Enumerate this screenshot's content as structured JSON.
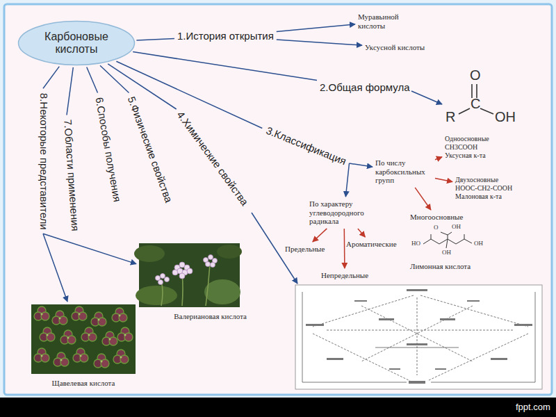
{
  "diagram": {
    "nodes": [
      {
        "text": [
          "Карбоновые кислоты"
        ]
      },
      {
        "text": [
          "1.История открытия"
        ]
      },
      {
        "text": [
          "Муравьиной кислоты"
        ]
      },
      {
        "text": [
          "Уксусной кислоты"
        ]
      },
      {
        "text": [
          "2.Общая формула"
        ]
      },
      {
        "text": [
          "3.Классификация"
        ]
      },
      {
        "text": [
          "По числу карбоксильных групп"
        ]
      },
      {
        "text": [
          "Одноосновные",
          "CH3COOH",
          "Уксусная к-та"
        ]
      },
      {
        "text": [
          "Двухосновные",
          "HOOC-CH2-COOH",
          "Малоновая к-та"
        ]
      },
      {
        "text": [
          "Многоосновные",
          "Лимонная кислота"
        ]
      },
      {
        "text": [
          "По характеру углеводородного радикала"
        ]
      },
      {
        "text": [
          "Предельные"
        ]
      },
      {
        "text": [
          "Ароматические"
        ]
      },
      {
        "text": [
          "Непредельные"
        ]
      },
      {
        "text": [
          "4.Химические свойства"
        ]
      },
      {
        "text": [
          "5.Физические свойства"
        ]
      },
      {
        "text": [
          "6.Способы получения"
        ]
      },
      {
        "text": [
          "7.Области применения"
        ]
      },
      {
        "text": [
          "8.Некоторые представители"
        ]
      },
      {
        "text": [
          "Валериановая кислота"
        ]
      },
      {
        "text": [
          "Щавелевая кислота"
        ]
      }
    ],
    "edges": [
      {
        "from": 0,
        "to": 1,
        "arrow": "none"
      },
      {
        "from": 1,
        "to": 2,
        "arrow": "to"
      },
      {
        "from": 1,
        "to": 3,
        "arrow": "to"
      },
      {
        "from": 0,
        "to": 4,
        "arrow": "none"
      },
      {
        "from": 0,
        "to": 5,
        "arrow": "none"
      },
      {
        "from": 5,
        "to": 6,
        "arrow": "to"
      },
      {
        "from": 5,
        "to": 10,
        "arrow": "to"
      },
      {
        "from": 6,
        "to": 7,
        "arrow": "to"
      },
      {
        "from": 6,
        "to": 8,
        "arrow": "to"
      },
      {
        "from": 6,
        "to": 9,
        "arrow": "to"
      },
      {
        "from": 10,
        "to": 11,
        "arrow": "to"
      },
      {
        "from": 10,
        "to": 12,
        "arrow": "to"
      },
      {
        "from": 10,
        "to": 13,
        "arrow": "to"
      },
      {
        "from": 0,
        "to": 14,
        "arrow": "none"
      },
      {
        "from": 0,
        "to": 15,
        "arrow": "none"
      },
      {
        "from": 0,
        "to": 16,
        "arrow": "none"
      },
      {
        "from": 0,
        "to": 17,
        "arrow": "none"
      },
      {
        "from": 0,
        "to": 18,
        "arrow": "none"
      },
      {
        "from": 18,
        "to": 19,
        "arrow": "to"
      },
      {
        "from": 18,
        "to": 20,
        "arrow": "to"
      }
    ],
    "labels": [
      "O",
      "C",
      "R",
      "OH",
      "O",
      "OH",
      "HO",
      "OH",
      "OH",
      "fppt.com"
    ]
  }
}
